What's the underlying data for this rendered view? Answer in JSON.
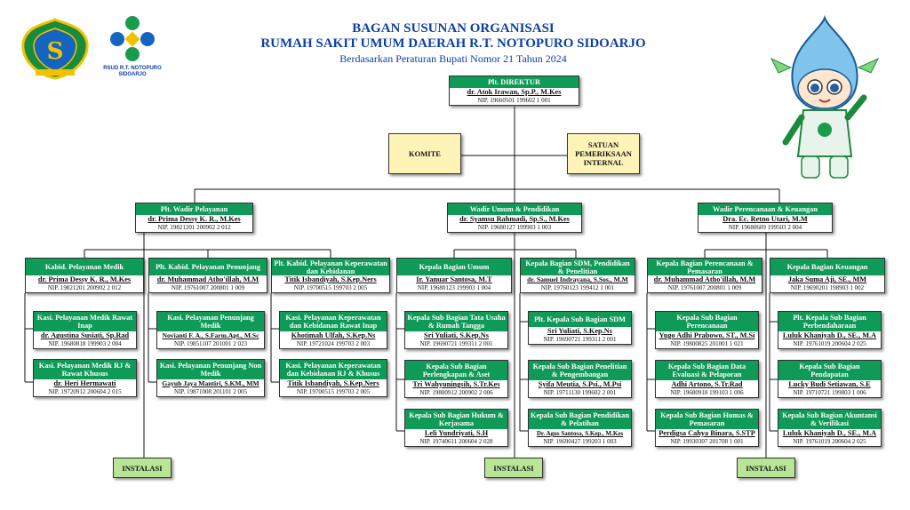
{
  "header": {
    "title1": "BAGAN SUSUNAN ORGANISASI",
    "title2": "RUMAH SAKIT UMUM DAERAH R.T. NOTOPURO SIDOARJO",
    "subtitle": "Berdasarkan Peraturan Bupati Nomor 21 Tahun 2024",
    "logo_line1": "RSUD R.T. NOTOPURO",
    "logo_line2": "SIDOARJO"
  },
  "colors": {
    "green": "#0f9a57",
    "yellow": "#fff4b8",
    "light_green": "#b9e596",
    "title_blue": "#0d3fa6"
  },
  "icons": [
    "regency-emblem-icon",
    "hospital-logo-icon",
    "mascot-icon"
  ],
  "direktur": {
    "title": "Plt. DIREKTUR",
    "name": "dr. Atok Irawan, Sp.P., M.Kes",
    "nip": "NIP. 19660501 199602 1 001"
  },
  "komite": "KOMITE",
  "spi": "SATUAN PEMERIKSAAN INTERNAL",
  "wadir": [
    {
      "title": "Plt. Wadir Pelayanan",
      "name": "dr. Prima Dessy K. R., M.Kes",
      "nip": "NIP. 19821201 200902 2 012"
    },
    {
      "title": "Wadir Umum & Pendidikan",
      "name": "dr. Syamsu Rahmadi, Sp.S., M.Kes",
      "nip": "NIP. 19680127 199903 1 003"
    },
    {
      "title": "Wadir Perencanaan & Keuangan",
      "name": "Dra. Ec. Retno Utari, M.M",
      "nip": "NIP. 19680609 199503 2 004"
    }
  ],
  "units": [
    {
      "title": "Kabid. Pelayanan Medik",
      "name": "dr. Prima Dessy K. R., M.Kes",
      "nip": "NIP. 19821201 200902 2 012",
      "subs": [
        {
          "title": "Kasi. Pelayanan Medik Rawat Inap",
          "name": "dr. Agustina Susiati, Sp.Rad",
          "nip": "NIP. 19680818 199903 2 004"
        },
        {
          "title": "Kasi. Pelayanan Medik RJ & Rawat Khusus",
          "name": "dr. Heri Hermawati",
          "nip": "NIP. 19720912 200604 2 015"
        }
      ]
    },
    {
      "title": "Plt. Kabid. Pelayanan Penunjang",
      "name": "dr. Muhammad Atho'illah, M.M",
      "nip": "NIP. 19761007 200801 1 009",
      "subs": [
        {
          "title": "Kasi. Pelayanan Penunjang Medik",
          "name": "Novianti F. A., S.Farm.Apt., M.Sc",
          "nip": "NIP. 19851107 201001 2 023"
        },
        {
          "title": "Kasi. Pelayanan Penunjang Non Medik",
          "name": "Gayuh Jaya Mantiri, S.KM., MM",
          "nip": "NIP. 19871008 201101 2 005"
        }
      ]
    },
    {
      "title": "Plt. Kabid. Pelayanan Keperawatan dan Kebidanan",
      "name": "Titik Isbandiyah, S.Kep.Ners",
      "nip": "NIP. 19700515 199703 2 005",
      "subs": [
        {
          "title": "Kasi. Pelayanan Keperawatan dan Kebidanan Rawat Inap",
          "name": "Khotimah Ulfah, S.Kep.Ns",
          "nip": "NIP. 19721024 199703 2 003"
        },
        {
          "title": "Kasi. Pelayanan Keperawatan dan Kebidanan RJ & Khusus",
          "name": "Titik Isbandiyah, S.Kep.Ners",
          "nip": "NIP. 19700515 199703 2 005"
        }
      ]
    },
    {
      "title": "Kepala Bagian Umum",
      "name": "Ir. Yanuar Santosa, M.T",
      "nip": "NIP. 19680123 199903 1 004",
      "subs": [
        {
          "title": "Kepala Sub Bagian Tata Usaha & Rumah Tangga",
          "name": "Sri Yuliati, S.Kep.Ns",
          "nip": "NIP. 19690721 199311 2 001"
        },
        {
          "title": "Kepala Sub Bagian Perlengkapan & Aset",
          "name": "Tri Wahyuningsih, S.Tr.Kes",
          "nip": "NIP. 19800912 200902 2 006"
        },
        {
          "title": "Kepala Sub Bagian Hukum & Kerjasama",
          "name": "Leli Yundriyati, S.H",
          "nip": "NIP. 19740611 200604 2 028"
        }
      ]
    },
    {
      "title": "Kepala Bagian SDM, Pendidikan & Penelitian",
      "name": "dr. Samuel Indrayana, S.Sos., M.M",
      "nip": "NIP. 19760123 199412 1 001",
      "subs": [
        {
          "title": "Plt. Kepala Sub Bagian SDM",
          "name": "Sri Yuliati, S.Kep.Ns",
          "nip": "NIP. 19690721 199311 2 001"
        },
        {
          "title": "Kepala Sub Bagian Penelitian & Pengembangan",
          "name": "Syifa Meutia, S.Psi., M.Psi",
          "nip": "NIP. 19711130 199602 2 001"
        },
        {
          "title": "Kepala Sub Bagian Pendidikan & Pelatihan",
          "name": "Dr. Agus Santosa, S.Kep., M.Kes",
          "nip": "NIP. 19690427 199203 1 003"
        }
      ]
    },
    {
      "title": "Kepala Bagian Perencanaan & Pemasaran",
      "name": "dr. Muhammad Atho'illah, M.M",
      "nip": "NIP. 19761007 200801 1 009",
      "subs": [
        {
          "title": "Kepala Sub Bagian Perencanaan",
          "name": "Yugo Adhi Prabowo, ST., M.Si",
          "nip": "NIP. 19800825 201001 1 021"
        },
        {
          "title": "Kepala Sub Bagian Data Evaluasi & Pelaporan",
          "name": "Adhi Artono, S.Tr.Rad",
          "nip": "NIP. 19680918 199103 1 006"
        },
        {
          "title": "Kepala Sub Bagian Humas & Pemasaran",
          "name": "Perdigsa Cahya Binara, S.STP",
          "nip": "NIP. 19930307 201708 1 001"
        }
      ]
    },
    {
      "title": "Kepala Bagian Keuangan",
      "name": "Jaka Suma Aji, SE., MM",
      "nip": "NIP. 19690201 198903 1 002",
      "subs": [
        {
          "title": "Plt. Kepala Sub Bagian Perbendaharaan",
          "name": "Luluk Khaniyah D., SE., M.A",
          "nip": "NIP. 19761019 200604 2 025"
        },
        {
          "title": "Kepala Sub Bagian Pendapatan",
          "name": "Lucky Budi Setiawan, S.E",
          "nip": "NIP. 19710721 199803 1 006"
        },
        {
          "title": "Kepala Sub Bagian Akuntansi & Verifikasi",
          "name": "Luluk Khaniyah D., SE., M.A",
          "nip": "NIP. 19761019 200604 2 025"
        }
      ]
    }
  ],
  "instalasi": "INSTALASI"
}
